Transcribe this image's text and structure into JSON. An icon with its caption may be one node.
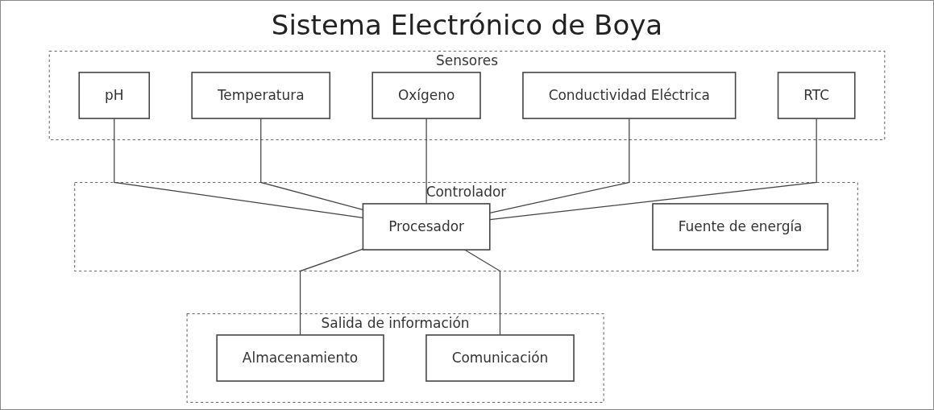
{
  "diagram": {
    "title": "Sistema Electrónico de Boya",
    "nodes": [
      {
        "text": [
          "Sensores"
        ]
      },
      {
        "text": [
          "pH"
        ],
        "in": 0
      },
      {
        "text": [
          "Temperatura"
        ],
        "in": 0
      },
      {
        "text": [
          "Oxígeno"
        ],
        "in": 0
      },
      {
        "text": [
          "Conductividad Eléctrica"
        ],
        "in": 0
      },
      {
        "text": [
          "RTC"
        ],
        "in": 0
      },
      {
        "text": [
          "Controlador"
        ]
      },
      {
        "text": [
          "Procesador"
        ],
        "in": 6
      },
      {
        "text": [
          "Fuente de energía"
        ],
        "in": 6
      },
      {
        "text": [
          "Salida de información"
        ]
      },
      {
        "text": [
          "Almacenamiento"
        ],
        "in": 9
      },
      {
        "text": [
          "Comunicación"
        ],
        "in": 9
      }
    ],
    "edges": [
      {
        "from": 1,
        "to": 7,
        "arrow": "none"
      },
      {
        "from": 2,
        "to": 7,
        "arrow": "none"
      },
      {
        "from": 3,
        "to": 7,
        "arrow": "none"
      },
      {
        "from": 4,
        "to": 7,
        "arrow": "none"
      },
      {
        "from": 5,
        "to": 7,
        "arrow": "none"
      },
      {
        "from": 7,
        "to": 10,
        "arrow": "none"
      },
      {
        "from": 7,
        "to": 11,
        "arrow": "none"
      }
    ]
  }
}
